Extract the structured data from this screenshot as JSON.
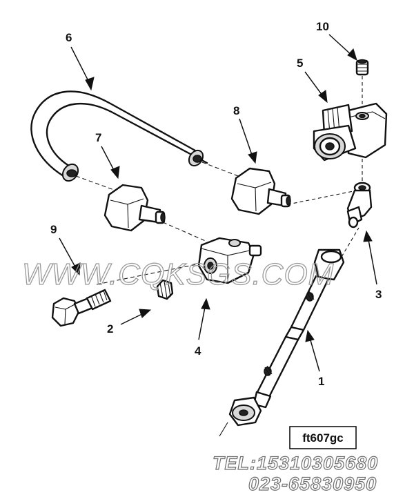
{
  "callouts": {
    "c1": "1",
    "c2": "2",
    "c3": "3",
    "c4": "4",
    "c5": "5",
    "c6": "6",
    "c7": "7",
    "c8": "8",
    "c9": "9",
    "c10": "10"
  },
  "figure_code": "ft607gc",
  "watermark": {
    "site": "WWW.CQKSGS.COM",
    "tel": "TEL:15310305680",
    "phone": "023-65830950"
  }
}
